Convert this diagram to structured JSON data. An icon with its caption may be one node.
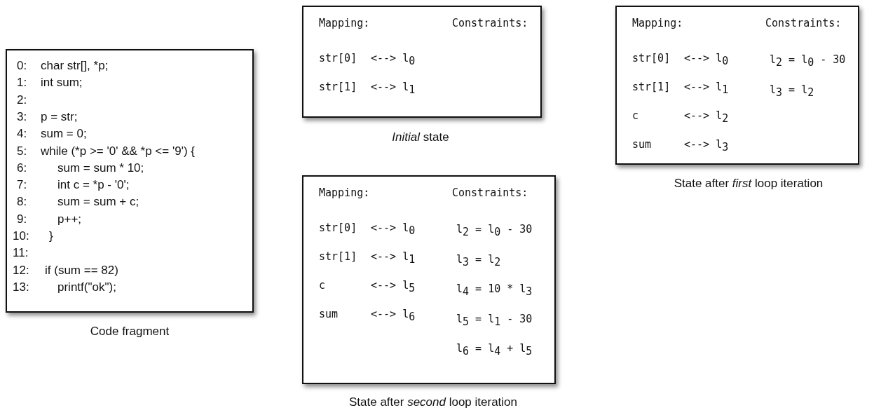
{
  "diagram": {
    "nodes": [
      {
        "text": [
          "0:",
          "char str[], *p;",
          "1:",
          "int sum;",
          "2:",
          "3:",
          "p = str;",
          "4:",
          "sum = 0;",
          "5:",
          "while (*p >= '0' && *p <= '9') {",
          "6:",
          "sum = sum * 10;",
          "7:",
          "int c = *p - '0';",
          "8:",
          "sum = sum + c;",
          "9:",
          "p++;",
          "10:",
          "}",
          "11:",
          "12:",
          "if (sum == 82)",
          "13:",
          "printf(\"ok\");"
        ],
        "beside": [
          "Code fragment"
        ]
      },
      {
        "text": [
          "Mapping:",
          "Constraints:",
          "str[0]",
          "<--> l$_{0}$",
          "str[1]",
          "<--> l$_{1}$"
        ],
        "beside": [
          "*Initial* state"
        ]
      },
      {
        "text": [
          "Mapping:",
          "Constraints:",
          "str[0]",
          "<--> l$_{0}$",
          "str[1]",
          "<--> l$_{1}$",
          "c",
          "<--> l$_{2}$",
          "sum",
          "<--> l$_{3}$",
          "l$_{2}$ = l$_{0}$ - 30",
          "l$_{3}$ = l$_{2}$"
        ],
        "beside": [
          "State after *first* loop iteration"
        ]
      },
      {
        "text": [
          "Mapping:",
          "Constraints:",
          "str[0]",
          "<--> l$_{0}$",
          "str[1]",
          "<--> l$_{1}$",
          "c",
          "<--> l$_{5}$",
          "sum",
          "<--> l$_{6}$",
          "l$_{2}$ = l$_{0}$ - 30",
          "l$_{3}$ = l$_{2}$",
          "l$_{4}$ = 10 * l$_{3}$",
          "l$_{5}$ = l$_{1}$ - 30",
          "l$_{6}$ = l$_{4}$ + l$_{5}$"
        ],
        "beside": [
          "State after *second* loop iteration"
        ]
      }
    ]
  }
}
